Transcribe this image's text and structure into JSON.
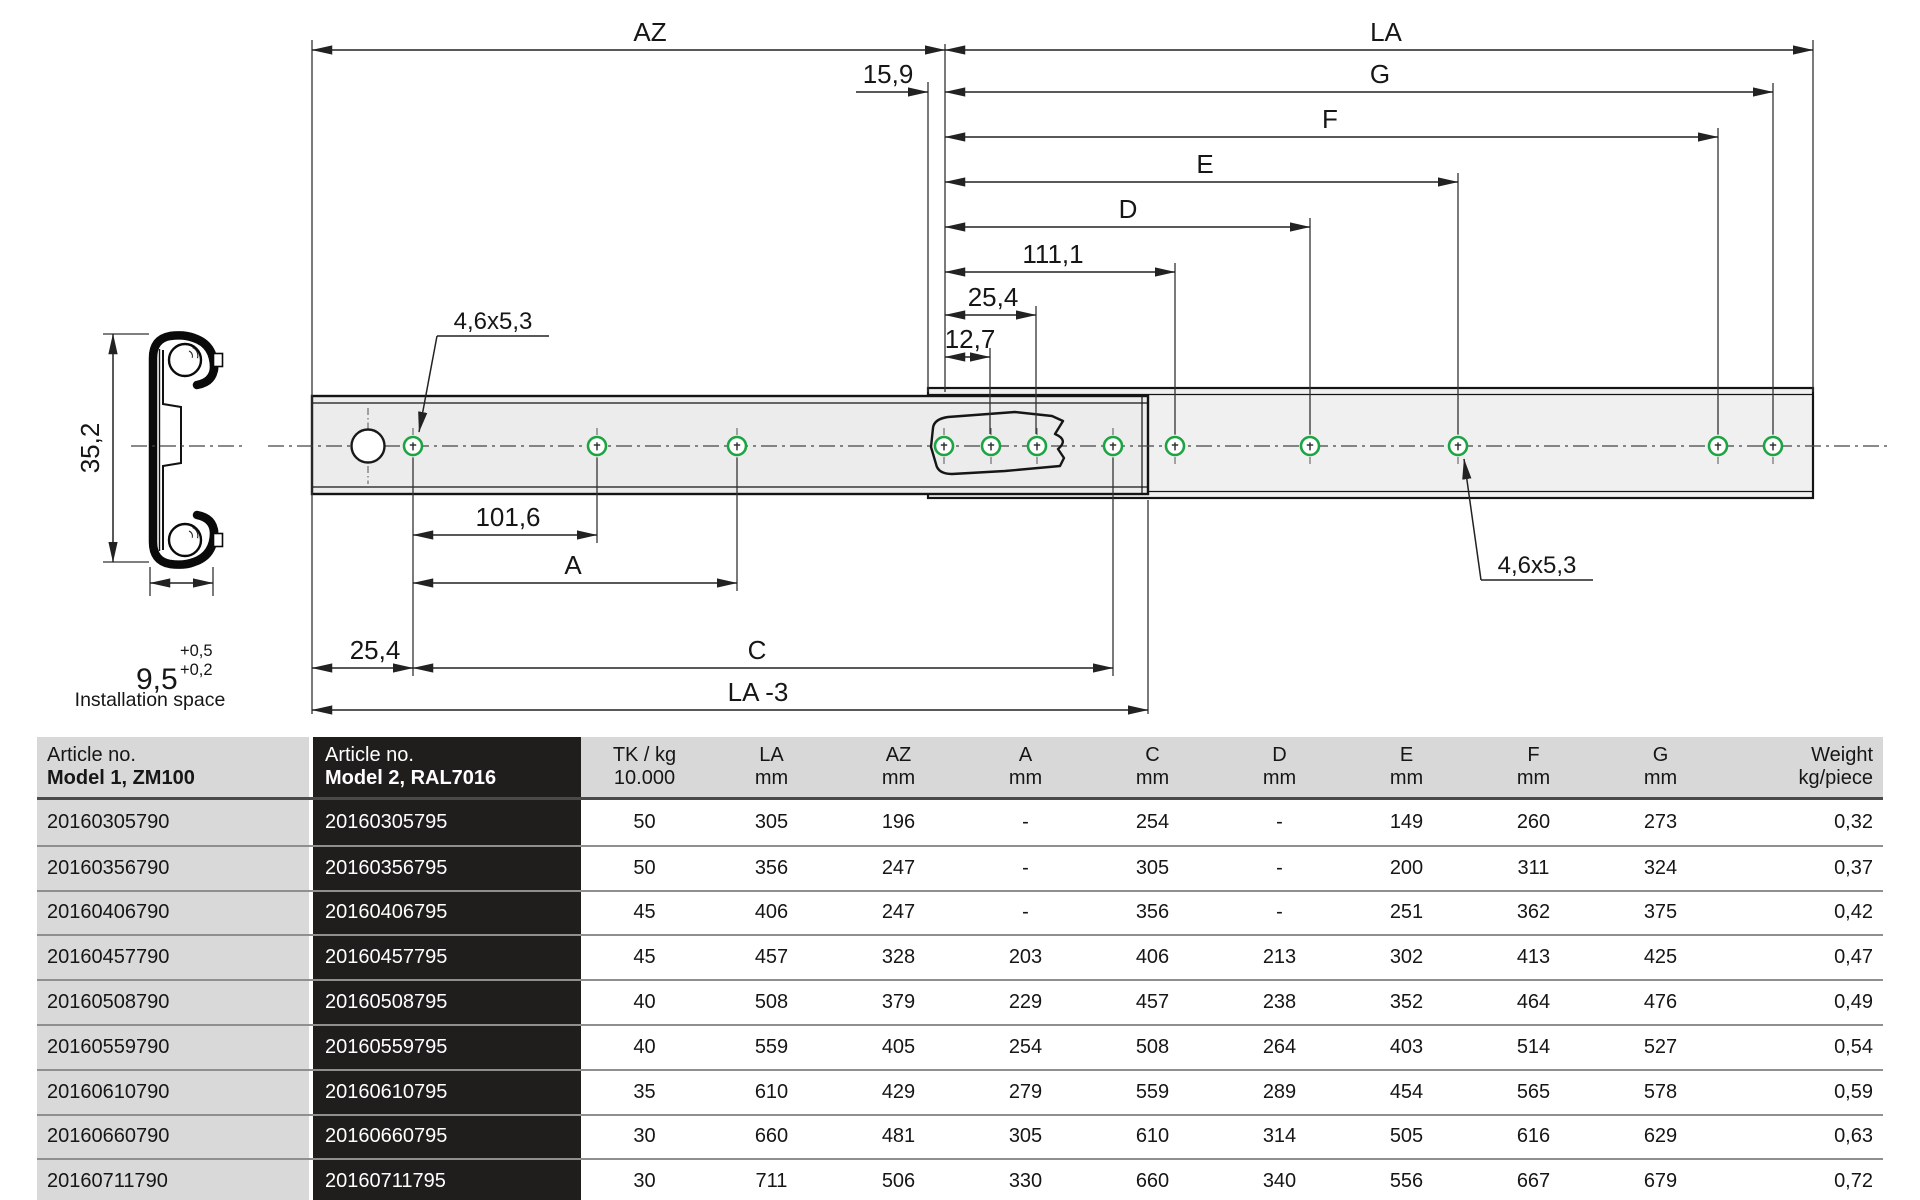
{
  "drawing": {
    "section": {
      "height_label": "35,2",
      "width_label": "9,5",
      "width_tol_upper": "+0,5",
      "width_tol_lower": "+0,2",
      "caption": "Installation space"
    },
    "dims": {
      "az": "AZ",
      "la": "LA",
      "d15": "15,9",
      "g": "G",
      "f": "F",
      "e": "E",
      "d": "D",
      "d111": "111,1",
      "d25_top": "25,4",
      "d12": "12,7",
      "slot_callout_left": "4,6x5,3",
      "slot_callout_right": "4,6x5,3",
      "d101": "101,6",
      "a": "A",
      "d25_bottom": "25,4",
      "c": "C",
      "la3": "LA -3"
    },
    "colors": {
      "hole_green": "#1ba441",
      "rail_fill": "#ececec",
      "line": "#161616"
    }
  },
  "table": {
    "header": {
      "col1_line1": "Article no.",
      "col1_line2": "Model 1, ZM100",
      "col2_line1": "Article no.",
      "col2_line2": "Model 2, RAL7016",
      "cols": [
        {
          "l1": "TK / kg",
          "l2": "10.000"
        },
        {
          "l1": "LA",
          "l2": "mm"
        },
        {
          "l1": "AZ",
          "l2": "mm"
        },
        {
          "l1": "A",
          "l2": "mm"
        },
        {
          "l1": "C",
          "l2": "mm"
        },
        {
          "l1": "D",
          "l2": "mm"
        },
        {
          "l1": "E",
          "l2": "mm"
        },
        {
          "l1": "F",
          "l2": "mm"
        },
        {
          "l1": "G",
          "l2": "mm"
        },
        {
          "l1": "Weight",
          "l2": "kg/piece"
        }
      ]
    },
    "rows": [
      {
        "m1": "20160305790",
        "m2": "20160305795",
        "tk": "50",
        "la": "305",
        "az": "196",
        "a": "-",
        "c": "254",
        "d": "-",
        "e": "149",
        "f": "260",
        "g": "273",
        "w": "0,32"
      },
      {
        "m1": "20160356790",
        "m2": "20160356795",
        "tk": "50",
        "la": "356",
        "az": "247",
        "a": "-",
        "c": "305",
        "d": "-",
        "e": "200",
        "f": "311",
        "g": "324",
        "w": "0,37"
      },
      {
        "m1": "20160406790",
        "m2": "20160406795",
        "tk": "45",
        "la": "406",
        "az": "247",
        "a": "-",
        "c": "356",
        "d": "-",
        "e": "251",
        "f": "362",
        "g": "375",
        "w": "0,42"
      },
      {
        "m1": "20160457790",
        "m2": "20160457795",
        "tk": "45",
        "la": "457",
        "az": "328",
        "a": "203",
        "c": "406",
        "d": "213",
        "e": "302",
        "f": "413",
        "g": "425",
        "w": "0,47"
      },
      {
        "m1": "20160508790",
        "m2": "20160508795",
        "tk": "40",
        "la": "508",
        "az": "379",
        "a": "229",
        "c": "457",
        "d": "238",
        "e": "352",
        "f": "464",
        "g": "476",
        "w": "0,49"
      },
      {
        "m1": "20160559790",
        "m2": "20160559795",
        "tk": "40",
        "la": "559",
        "az": "405",
        "a": "254",
        "c": "508",
        "d": "264",
        "e": "403",
        "f": "514",
        "g": "527",
        "w": "0,54"
      },
      {
        "m1": "20160610790",
        "m2": "20160610795",
        "tk": "35",
        "la": "610",
        "az": "429",
        "a": "279",
        "c": "559",
        "d": "289",
        "e": "454",
        "f": "565",
        "g": "578",
        "w": "0,59"
      },
      {
        "m1": "20160660790",
        "m2": "20160660795",
        "tk": "30",
        "la": "660",
        "az": "481",
        "a": "305",
        "c": "610",
        "d": "314",
        "e": "505",
        "f": "616",
        "g": "629",
        "w": "0,63"
      },
      {
        "m1": "20160711790",
        "m2": "20160711795",
        "tk": "30",
        "la": "711",
        "az": "506",
        "a": "330",
        "c": "660",
        "d": "340",
        "e": "556",
        "f": "667",
        "g": "679",
        "w": "0,72"
      }
    ]
  }
}
